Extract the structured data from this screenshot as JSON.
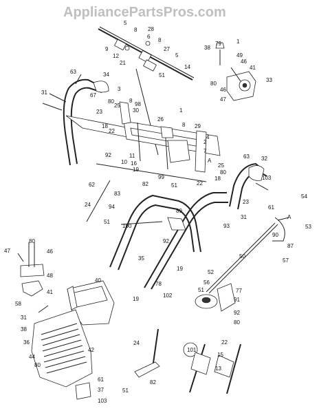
{
  "watermark": "AppliancePartsPros.com",
  "labels": [
    "5",
    "8",
    "28",
    "9",
    "6",
    "12",
    "8",
    "27",
    "21",
    "5",
    "14",
    "51",
    "38",
    "79",
    "1",
    "49",
    "80",
    "46",
    "41",
    "46",
    "33",
    "47",
    "34",
    "63",
    "3",
    "8",
    "31",
    "67",
    "23",
    "80",
    "98",
    "25",
    "30",
    "1",
    "29",
    "18",
    "26",
    "8",
    "2",
    "22",
    "7",
    "4",
    "92",
    "11",
    "16",
    "10",
    "19",
    "25",
    "A",
    "18",
    "80",
    "22",
    "99",
    "82",
    "51",
    "63",
    "32",
    "103",
    "62",
    "83",
    "24",
    "94",
    "51",
    "89",
    "23",
    "31",
    "61",
    "54",
    "100",
    "93",
    "A",
    "53",
    "90",
    "87",
    "92",
    "47",
    "80",
    "46",
    "48",
    "41",
    "35",
    "50",
    "57",
    "40",
    "19",
    "52",
    "78",
    "56",
    "77",
    "51",
    "91",
    "19",
    "102",
    "92",
    "80",
    "58",
    "31",
    "38",
    "36",
    "42",
    "44",
    "80",
    "24",
    "101",
    "22",
    "15",
    "13",
    "61",
    "37",
    "103",
    "51",
    "82"
  ]
}
